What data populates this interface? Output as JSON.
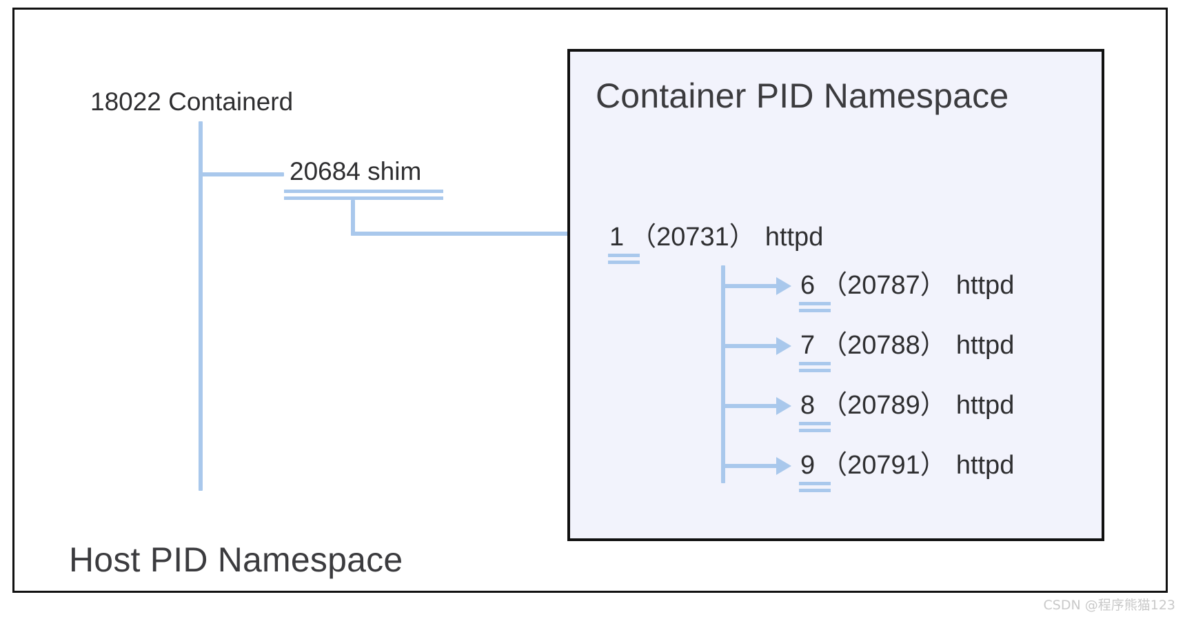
{
  "diagram": {
    "host_namespace": {
      "title": "Host PID Namespace",
      "processes": [
        {
          "pid": "18022",
          "name": "Containerd",
          "label": "18022 Containerd"
        },
        {
          "pid": "20684",
          "name": "shim",
          "label": "20684 shim"
        }
      ]
    },
    "container_namespace": {
      "title": "Container PID Namespace",
      "root_process": {
        "ns_pid": "1",
        "host_pid": "（20731）",
        "name": "httpd"
      },
      "child_processes": [
        {
          "ns_pid": "6",
          "host_pid": "（20787）",
          "name": "httpd"
        },
        {
          "ns_pid": "7",
          "host_pid": "（20788）",
          "name": "httpd"
        },
        {
          "ns_pid": "8",
          "host_pid": "（20789）",
          "name": "httpd"
        },
        {
          "ns_pid": "9",
          "host_pid": "（20791）",
          "name": "httpd"
        }
      ]
    },
    "colors": {
      "connector_blue": "#a9c8ec",
      "container_fill": "#f2f3fc",
      "border_black": "#101010",
      "text_dark": "#2e2e30"
    },
    "watermark": "CSDN @程序熊猫123"
  }
}
